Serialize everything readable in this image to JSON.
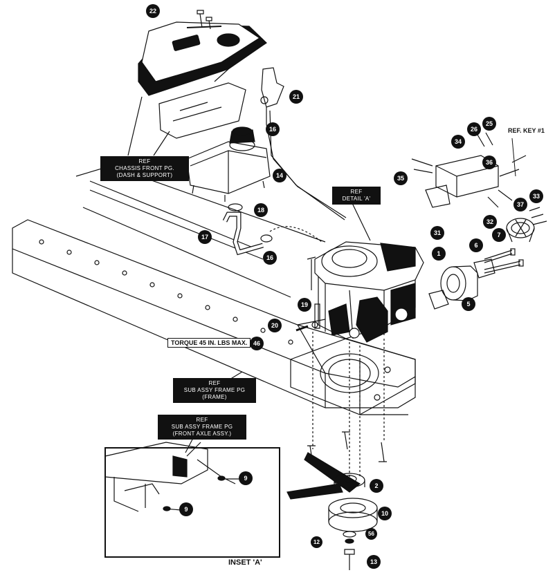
{
  "labels": {
    "ref_chassis": "REF\nCHASSIS FRONT PG.\n(DASH & SUPPORT)",
    "ref_detail_a": "REF\nDETAIL 'A'",
    "ref_key": "REF. KEY #1",
    "torque": "TORQUE 45 IN. LBS MAX.",
    "ref_frame": "REF\nSUB ASSY FRAME PG\n(FRAME)",
    "ref_front_axle": "REF\nSUB ASSY FRAME PG\n(FRONT AXLE ASSY.)",
    "inset": "INSET 'A'"
  },
  "callouts": {
    "c22": "22",
    "c21": "21",
    "c16a": "16",
    "c14": "14",
    "c18": "18",
    "c17": "17",
    "c16b": "16",
    "c1": "1",
    "c31": "31",
    "c6": "6",
    "c7": "7",
    "c5": "5",
    "c19": "19",
    "c20": "20",
    "c46": "46",
    "c26": "26",
    "c25": "25",
    "c34": "34",
    "c36": "36",
    "c35": "35",
    "c37": "37",
    "c33": "33",
    "c32": "32",
    "c2": "2",
    "c10": "10",
    "c12": "12",
    "c56": "56",
    "c13": "13",
    "c9a": "9",
    "c9b": "9"
  },
  "colors": {
    "ink": "#111111",
    "paper": "#ffffff"
  }
}
